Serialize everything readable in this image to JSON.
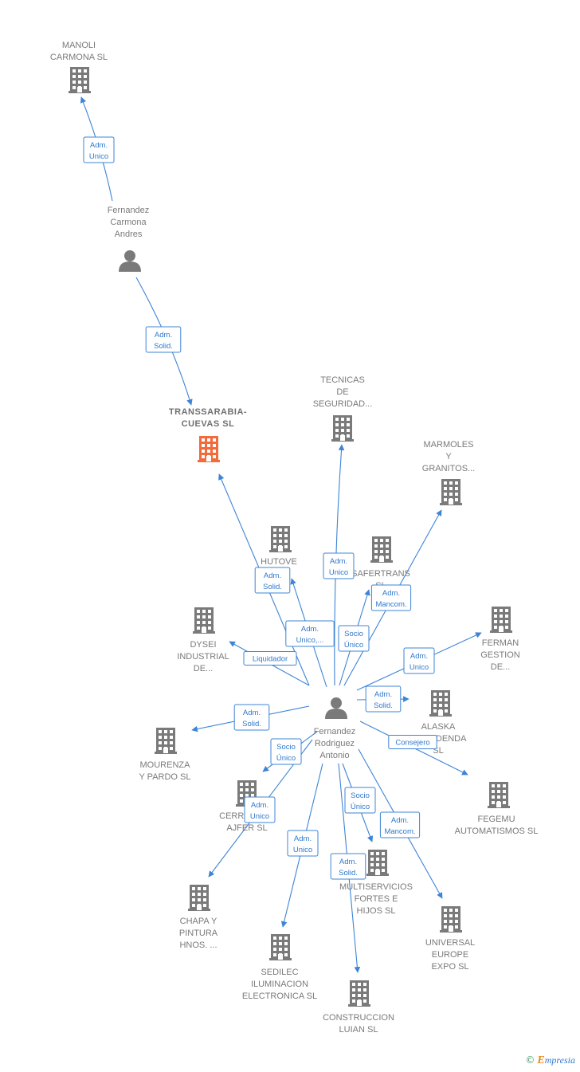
{
  "colors": {
    "edge": "#3d84d6",
    "building": "#7a7a7a",
    "focus": "#f26b3a",
    "person": "#7a7a7a"
  },
  "nodes": [
    {
      "id": "manoli",
      "type": "company",
      "lines": [
        "MANOLI",
        "CARMONA SL"
      ]
    },
    {
      "id": "fca",
      "type": "person",
      "lines": [
        "Fernandez",
        "Carmona",
        "Andres"
      ]
    },
    {
      "id": "trans",
      "type": "company",
      "focus": true,
      "lines": [
        "TRANSSARABIA-",
        "CUEVAS  SL"
      ]
    },
    {
      "id": "tecnicas",
      "type": "company",
      "lines": [
        "TECNICAS",
        "DE",
        "SEGURIDAD..."
      ]
    },
    {
      "id": "marmoles",
      "type": "company",
      "lines": [
        "MARMOLES",
        "Y",
        "GRANITOS..."
      ]
    },
    {
      "id": "hutove",
      "type": "company",
      "lines": [
        "HUTOVE",
        "SL"
      ]
    },
    {
      "id": "safertrans",
      "type": "company",
      "lines": [
        "SAFERTRANS",
        "SL"
      ]
    },
    {
      "id": "dysei",
      "type": "company",
      "lines": [
        "DYSEI",
        "INDUSTRIAL",
        "DE..."
      ]
    },
    {
      "id": "ferman",
      "type": "company",
      "lines": [
        "FERMAN",
        "GESTION",
        "DE..."
      ]
    },
    {
      "id": "fra",
      "type": "person",
      "lines": [
        "Fernandez",
        "Rodriguez",
        "Antonio"
      ]
    },
    {
      "id": "alaska",
      "type": "company",
      "lines": [
        "ALASKA",
        "LA RODENDA",
        "SL"
      ]
    },
    {
      "id": "mourenza",
      "type": "company",
      "lines": [
        "MOURENZA",
        "Y PARDO SL"
      ]
    },
    {
      "id": "cerrajeria",
      "type": "company",
      "lines": [
        "CERRAJERIA",
        "AJFER  SL"
      ]
    },
    {
      "id": "fegemu",
      "type": "company",
      "lines": [
        "FEGEMU",
        "AUTOMATISMOS SL"
      ]
    },
    {
      "id": "multiservicios",
      "type": "company",
      "lines": [
        "MULTISERVICIOS",
        "FORTES E",
        "HIJOS SL"
      ]
    },
    {
      "id": "chapa",
      "type": "company",
      "lines": [
        "CHAPA Y",
        "PINTURA",
        "HNOS. ..."
      ]
    },
    {
      "id": "universal",
      "type": "company",
      "lines": [
        "UNIVERSAL",
        "EUROPE",
        "EXPO  SL"
      ]
    },
    {
      "id": "sedilec",
      "type": "company",
      "lines": [
        "SEDILEC",
        "ILUMINACION",
        "ELECTRONICA SL"
      ]
    },
    {
      "id": "construccion",
      "type": "company",
      "lines": [
        "CONSTRUCCION",
        "LUIAN SL"
      ]
    }
  ],
  "edges": [
    {
      "from": "fca",
      "to": "manoli",
      "label": [
        "Adm.",
        "Unico"
      ]
    },
    {
      "from": "fca",
      "to": "trans",
      "label": [
        "Adm.",
        "Solid."
      ]
    },
    {
      "from": "fra",
      "to": "trans",
      "label": [
        "Adm.",
        "Solid."
      ]
    },
    {
      "from": "fra",
      "to": "tecnicas",
      "label": [
        "Adm.",
        "Unico"
      ]
    },
    {
      "from": "fra",
      "to": "marmoles",
      "label": [
        "Adm.",
        "Mancom."
      ]
    },
    {
      "from": "fra",
      "to": "hutove",
      "label": [
        "Adm.",
        "Unico,..."
      ]
    },
    {
      "from": "fra",
      "to": "safertrans",
      "label": [
        "Socio",
        "Único"
      ]
    },
    {
      "from": "fra",
      "to": "dysei",
      "label": [
        "Liquidador"
      ]
    },
    {
      "from": "fra",
      "to": "ferman",
      "label": [
        "Adm.",
        "Unico"
      ]
    },
    {
      "from": "fra",
      "to": "alaska",
      "label": [
        "Adm.",
        "Solid."
      ]
    },
    {
      "from": "fra",
      "to": "mourenza",
      "label": [
        "Adm.",
        "Solid."
      ]
    },
    {
      "from": "fra",
      "to": "cerrajeria",
      "label": [
        "Socio",
        "Único"
      ]
    },
    {
      "from": "fra",
      "to": "fegemu",
      "label": [
        "Consejero"
      ]
    },
    {
      "from": "fra",
      "to": "multiservicios",
      "label": [
        "Socio",
        "Único"
      ]
    },
    {
      "from": "fra",
      "to": "chapa",
      "label": [
        "Adm.",
        "Unico"
      ]
    },
    {
      "from": "fra",
      "to": "universal",
      "label": [
        "Adm.",
        "Mancom."
      ]
    },
    {
      "from": "fra",
      "to": "sedilec",
      "label": [
        "Adm.",
        "Unico"
      ]
    },
    {
      "from": "fra",
      "to": "construccion",
      "label": [
        "Adm.",
        "Solid."
      ]
    }
  ],
  "footer": {
    "copyright": "©",
    "brand_initial": "E",
    "brand_rest": "mpresia"
  }
}
